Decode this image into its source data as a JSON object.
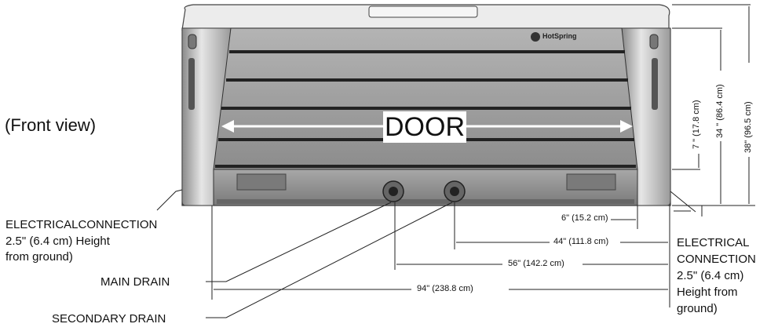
{
  "view_label": "(Front view)",
  "door_label": "DOOR",
  "brand_logo": "HotSpring",
  "labels": {
    "electrical_left": [
      "ELECTRICALCONNECTION",
      "2.5\" (6.4 cm) Height",
      "from ground)"
    ],
    "electrical_right": [
      "ELECTRICAL",
      "CONNECTION",
      "2.5\" (6.4 cm)",
      "Height from",
      "ground)"
    ],
    "main_drain": "MAIN DRAIN",
    "secondary_drain": "SECONDARY DRAIN"
  },
  "dimensions": {
    "width_6": "6\" (15.2 cm)",
    "width_44": "44\" (111.8 cm)",
    "width_56": "56\" (142.2 cm)",
    "width_94": "94\" (238.8 cm)",
    "height_7": "7 \" (17.8 cm)",
    "height_34": "34 \" (86.4 cm)",
    "height_38": "38\" (96.5 cm)"
  },
  "colors": {
    "body_gray": "#9a9a9a",
    "cover_light": "#e9e9e9",
    "line": "#222222"
  }
}
